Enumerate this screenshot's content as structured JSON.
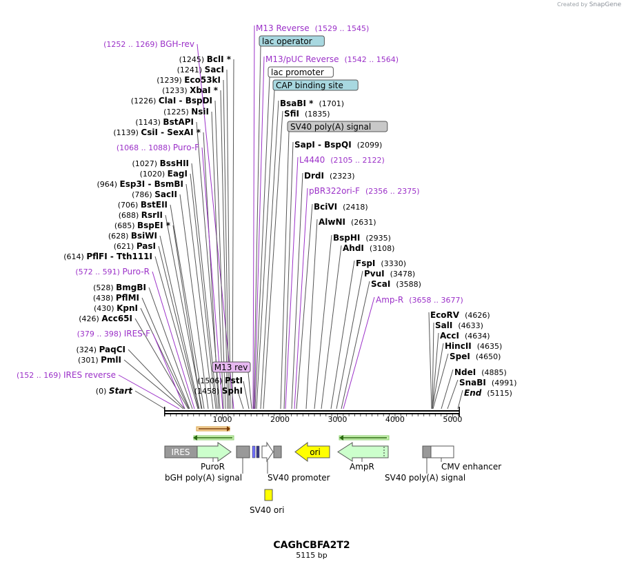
{
  "credit": {
    "prefix": "Created by",
    "brand": "SnapGene"
  },
  "plasmid": {
    "name": "CAGhCBFA2T2",
    "length_label": "5115 bp",
    "length": 5115
  },
  "colors": {
    "primer": "#9b30c8",
    "enzyme": "#000000",
    "backbone": "#000000",
    "tick": "#555555",
    "cds": "#ccffcc",
    "grey_feature": "#999999",
    "yellow": "#ffff00",
    "teal_box": "#a8d8e0",
    "mrev_box": "#e6b8f0"
  },
  "axis": {
    "ticks": [
      "1000",
      "2000",
      "3000",
      "4000",
      "5000"
    ]
  },
  "labels": {
    "left": [
      {
        "pos": "(1252 .. 1269)",
        "name": "BGH-rev",
        "kind": "primer"
      },
      {
        "pos": "(1245)",
        "name": "BclI *",
        "kind": "enzyme"
      },
      {
        "pos": "(1241)",
        "name": "SacI",
        "kind": "enzyme"
      },
      {
        "pos": "(1239)",
        "name": "Eco53kI",
        "kind": "enzyme"
      },
      {
        "pos": "(1233)",
        "name": "XbaI *",
        "kind": "enzyme"
      },
      {
        "pos": "(1226)",
        "name": "ClaI  -  BspDI",
        "kind": "enzyme"
      },
      {
        "pos": "(1225)",
        "name": "NsiI",
        "kind": "enzyme"
      },
      {
        "pos": "(1143)",
        "name": "BstAPI",
        "kind": "enzyme"
      },
      {
        "pos": "(1139)",
        "name": "CsiI  -  SexAI *",
        "kind": "enzyme"
      },
      {
        "pos": "(1068 .. 1088)",
        "name": "Puro-F",
        "kind": "primer"
      },
      {
        "pos": "(1027)",
        "name": "BssHII",
        "kind": "enzyme"
      },
      {
        "pos": "(1020)",
        "name": "EagI",
        "kind": "enzyme"
      },
      {
        "pos": "(964)",
        "name": "Esp3I  -  BsmBI",
        "kind": "enzyme"
      },
      {
        "pos": "(786)",
        "name": "SacII",
        "kind": "enzyme"
      },
      {
        "pos": "(706)",
        "name": "BstEII",
        "kind": "enzyme"
      },
      {
        "pos": "(688)",
        "name": "RsrII",
        "kind": "enzyme"
      },
      {
        "pos": "(685)",
        "name": "BspEI *",
        "kind": "enzyme"
      },
      {
        "pos": "(628)",
        "name": "BsiWI",
        "kind": "enzyme"
      },
      {
        "pos": "(621)",
        "name": "PasI",
        "kind": "enzyme"
      },
      {
        "pos": "(614)",
        "name": "PflFI  -  Tth111I",
        "kind": "enzyme"
      },
      {
        "pos": "(572 .. 591)",
        "name": "Puro-R",
        "kind": "primer"
      },
      {
        "pos": "(528)",
        "name": "BmgBI",
        "kind": "enzyme"
      },
      {
        "pos": "(438)",
        "name": "PflMI",
        "kind": "enzyme"
      },
      {
        "pos": "(430)",
        "name": "KpnI",
        "kind": "enzyme"
      },
      {
        "pos": "(426)",
        "name": "Acc65I",
        "kind": "enzyme"
      },
      {
        "pos": "(379 .. 398)",
        "name": "IRES-F",
        "kind": "primer"
      },
      {
        "pos": "(324)",
        "name": "PaqCI",
        "kind": "enzyme"
      },
      {
        "pos": "(301)",
        "name": "PmlI",
        "kind": "enzyme"
      },
      {
        "pos": "(152 .. 169)",
        "name": "IRES reverse",
        "kind": "primer"
      },
      {
        "pos": "(0)",
        "name": "Start",
        "kind": "end"
      }
    ],
    "mid_left": [
      {
        "name": "M13 rev",
        "kind": "boxed"
      },
      {
        "pos": "(1506)",
        "name": "PstI",
        "kind": "enzyme"
      },
      {
        "pos": "(1458)",
        "name": "SphI",
        "kind": "enzyme"
      }
    ],
    "right": [
      {
        "name": "M13 Reverse",
        "pos": "(1529 .. 1545)",
        "kind": "primer"
      },
      {
        "name": "lac operator",
        "kind": "box-teal"
      },
      {
        "name": "M13/pUC Reverse",
        "pos": "(1542 .. 1564)",
        "kind": "primer"
      },
      {
        "name": "lac promoter",
        "kind": "box-white"
      },
      {
        "name": "CAP binding site",
        "kind": "box-teal"
      },
      {
        "name": "BsaBI *",
        "pos": "(1701)",
        "kind": "enzyme"
      },
      {
        "name": "SfiI",
        "pos": "(1835)",
        "kind": "enzyme"
      },
      {
        "name": "SV40 poly(A) signal",
        "kind": "box-grey"
      },
      {
        "name": "SapI  -  BspQI",
        "pos": "(2099)",
        "kind": "enzyme"
      },
      {
        "name": "L4440",
        "pos": "(2105 .. 2122)",
        "kind": "primer"
      },
      {
        "name": "DrdI",
        "pos": "(2323)",
        "kind": "enzyme"
      },
      {
        "name": "pBR322ori-F",
        "pos": "(2356 .. 2375)",
        "kind": "primer"
      },
      {
        "name": "BciVI",
        "pos": "(2418)",
        "kind": "enzyme"
      },
      {
        "name": "AlwNI",
        "pos": "(2631)",
        "kind": "enzyme"
      },
      {
        "name": "BspHI",
        "pos": "(2935)",
        "kind": "enzyme"
      },
      {
        "name": "AhdI",
        "pos": "(3108)",
        "kind": "enzyme"
      },
      {
        "name": "FspI",
        "pos": "(3330)",
        "kind": "enzyme"
      },
      {
        "name": "PvuI",
        "pos": "(3478)",
        "kind": "enzyme"
      },
      {
        "name": "ScaI",
        "pos": "(3588)",
        "kind": "enzyme"
      },
      {
        "name": "Amp-R",
        "pos": "(3658 .. 3677)",
        "kind": "primer"
      },
      {
        "name": "EcoRV",
        "pos": "(4626)",
        "kind": "enzyme"
      },
      {
        "name": "SalI",
        "pos": "(4633)",
        "kind": "enzyme"
      },
      {
        "name": "AccI",
        "pos": "(4634)",
        "kind": "enzyme"
      },
      {
        "name": "HincII",
        "pos": "(4635)",
        "kind": "enzyme"
      },
      {
        "name": "SpeI",
        "pos": "(4650)",
        "kind": "enzyme"
      },
      {
        "name": "NdeI",
        "pos": "(4885)",
        "kind": "enzyme"
      },
      {
        "name": "SnaBI",
        "pos": "(4991)",
        "kind": "enzyme"
      },
      {
        "name": "End",
        "pos": "(5115)",
        "kind": "end"
      }
    ]
  },
  "features": {
    "IRES": "IRES",
    "ori": "ori",
    "below": [
      "PuroR",
      "bGH poly(A) signal",
      "SV40 promoter",
      "AmpR",
      "CMV enhancer",
      "SV40 poly(A) signal",
      "SV40 ori"
    ]
  }
}
